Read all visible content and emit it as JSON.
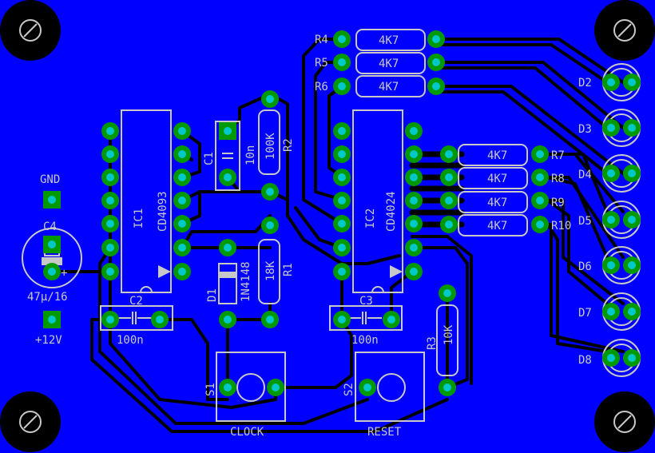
{
  "colors": {
    "board": "#0000ff",
    "silk": "#c8c8c8",
    "trace": "#000000",
    "pad": "#009900",
    "via": "#00c8c8"
  },
  "labels": {
    "R1": "R1",
    "R1_val": "18K",
    "R2": "R2",
    "R2_val": "100K",
    "R3": "R3",
    "R3_val": "10K",
    "R4": "R4",
    "R5": "R5",
    "R6": "R6",
    "R7": "R7",
    "R8": "R8",
    "R9": "R9",
    "R10": "R10",
    "rv4k7": "4K7",
    "C1": "C1",
    "C1_val": "10n",
    "C2": "C2",
    "C2_val": "100n",
    "C3": "C3",
    "C3_val": "100n",
    "C4": "C4",
    "C4_val": "47μ/16",
    "IC1": "IC1",
    "IC1_part": "CD4093",
    "IC2": "IC2",
    "IC2_part": "CD4024",
    "D1": "D1",
    "D1_part": "1N4148",
    "GND": "GND",
    "V12": "+12V",
    "S1": "S1",
    "S2": "S2",
    "CLOCK": "CLOCK",
    "RESET": "RESET",
    "D2": "D2",
    "D3": "D3",
    "D4": "D4",
    "D5": "D5",
    "D6": "D6",
    "D7": "D7",
    "D8": "D8",
    "plus": "+"
  }
}
